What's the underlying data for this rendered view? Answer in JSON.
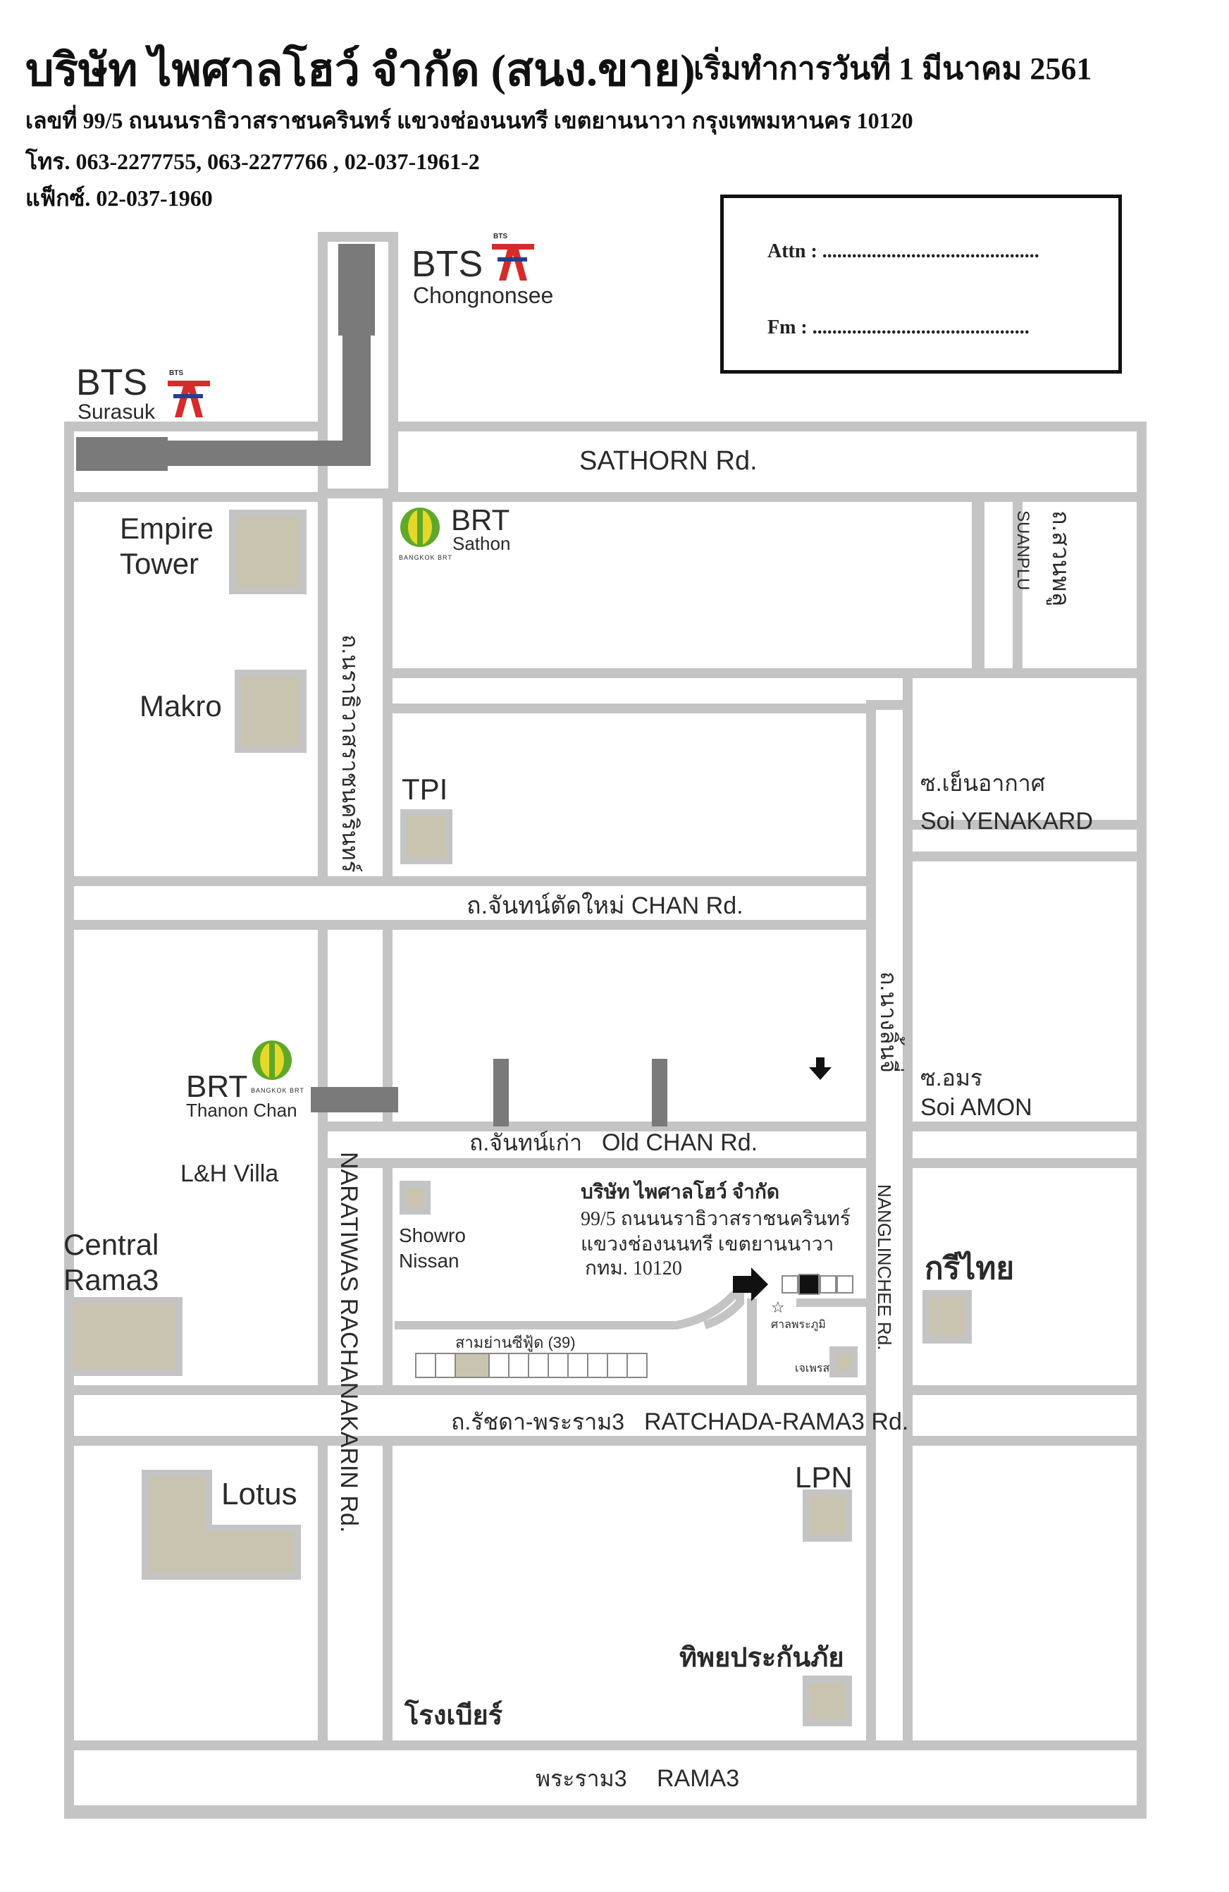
{
  "header": {
    "company_title": "บริษัท ไพศาลโฮว์ จำกัด (สนง.ขาย)",
    "start_date": "เริ่มทำการวันที่ 1 มีนาคม 2561",
    "address": "เลขที่ 99/5 ถนนนราธิวาสราชนครินทร์ แขวงช่องนนทรี เขตยานนาวา กรุงเทพมหานคร 10120",
    "phone": "โทร. 063-2277755, 063-2277766 , 02-037-1961-2",
    "fax": "แฟ็กซ์. 02-037-1960"
  },
  "attn_box": {
    "attn": "Attn : ............................................",
    "fm": "Fm :  ............................................"
  },
  "stations": {
    "bts_chongnonsee": {
      "line": "BTS",
      "name": "Chongnonsee"
    },
    "bts_surasuk": {
      "line": "BTS",
      "name": "Surasuk"
    },
    "brt_sathon": {
      "line": "BRT",
      "name": "Sathon"
    },
    "brt_thanon_chan": {
      "line": "BRT",
      "name": "Thanon Chan"
    },
    "brt_logo_text": "BANGKOK BRT"
  },
  "roads": {
    "sathorn": "SATHORN Rd.",
    "suanplu_en": "SUANPLU",
    "suanplu_th": "ถ.สวนพลู",
    "narathiwat_th": "ถ.นราธิวาสราชนครินทร์",
    "narathiwat_en": "NARATIWAS RACHANAKARIN Rd.",
    "chan_new": "ถ.จันทน์ตัดใหม่ CHAN Rd.",
    "old_chan_th": "ถ.จันทน์เก่า",
    "old_chan_en": "Old CHAN Rd.",
    "nanglinchee_th": "ถ.นางลิ้นจี่",
    "nanglinchee_en": "NANGLINCHEE Rd.",
    "soi_yenakard_th": "ซ.เย็นอากาศ",
    "soi_yenakard_en": "Soi YENAKARD",
    "soi_amon_th": "ซ.อมร",
    "soi_amon_en": "Soi AMON",
    "ratchada_th": "ถ.รัชดา-พระราม3",
    "ratchada_en": "RATCHADA-RAMA3 Rd.",
    "rama3_th": "พระราม3",
    "rama3_en": "RAMA3"
  },
  "landmarks": {
    "empire_line1": "Empire",
    "empire_line2": "Tower",
    "makro": "Makro",
    "tpi": "TPI",
    "lh_villa": "L&H Villa",
    "central_line1": "Central",
    "central_line2": "Rama3",
    "lotus": "Lotus",
    "showroom_line1": "Showro",
    "showroom_line2": "Nissan",
    "samyan": "สามย่านซีฟู้ด (39)",
    "saan": "ศาลพระภูมิ",
    "jaypress": "เจเพรส",
    "krithai": "กรีไทย",
    "lpn": "LPN",
    "thipaya": "ทิพยประกันภัย",
    "brewery": "โรงเบียร์"
  },
  "company_marker": {
    "line1": "บริษัท ไพศาลโฮว์ จำกัด",
    "line2": "99/5 ถนนนราธิวาสราชนครินทร์",
    "line3": "แขวงช่องนนทรี เขตยานนาวา",
    "line4": "กทม. 10120"
  },
  "colors": {
    "road_outline": "#c4c4c4",
    "elevated_track": "#7a7a7a",
    "building_fill": "#c8c4b0",
    "bts_red": "#d62b2b",
    "bts_blue": "#233f8f",
    "brt_green": "#5fa829",
    "brt_yellow": "#e4d92a"
  }
}
